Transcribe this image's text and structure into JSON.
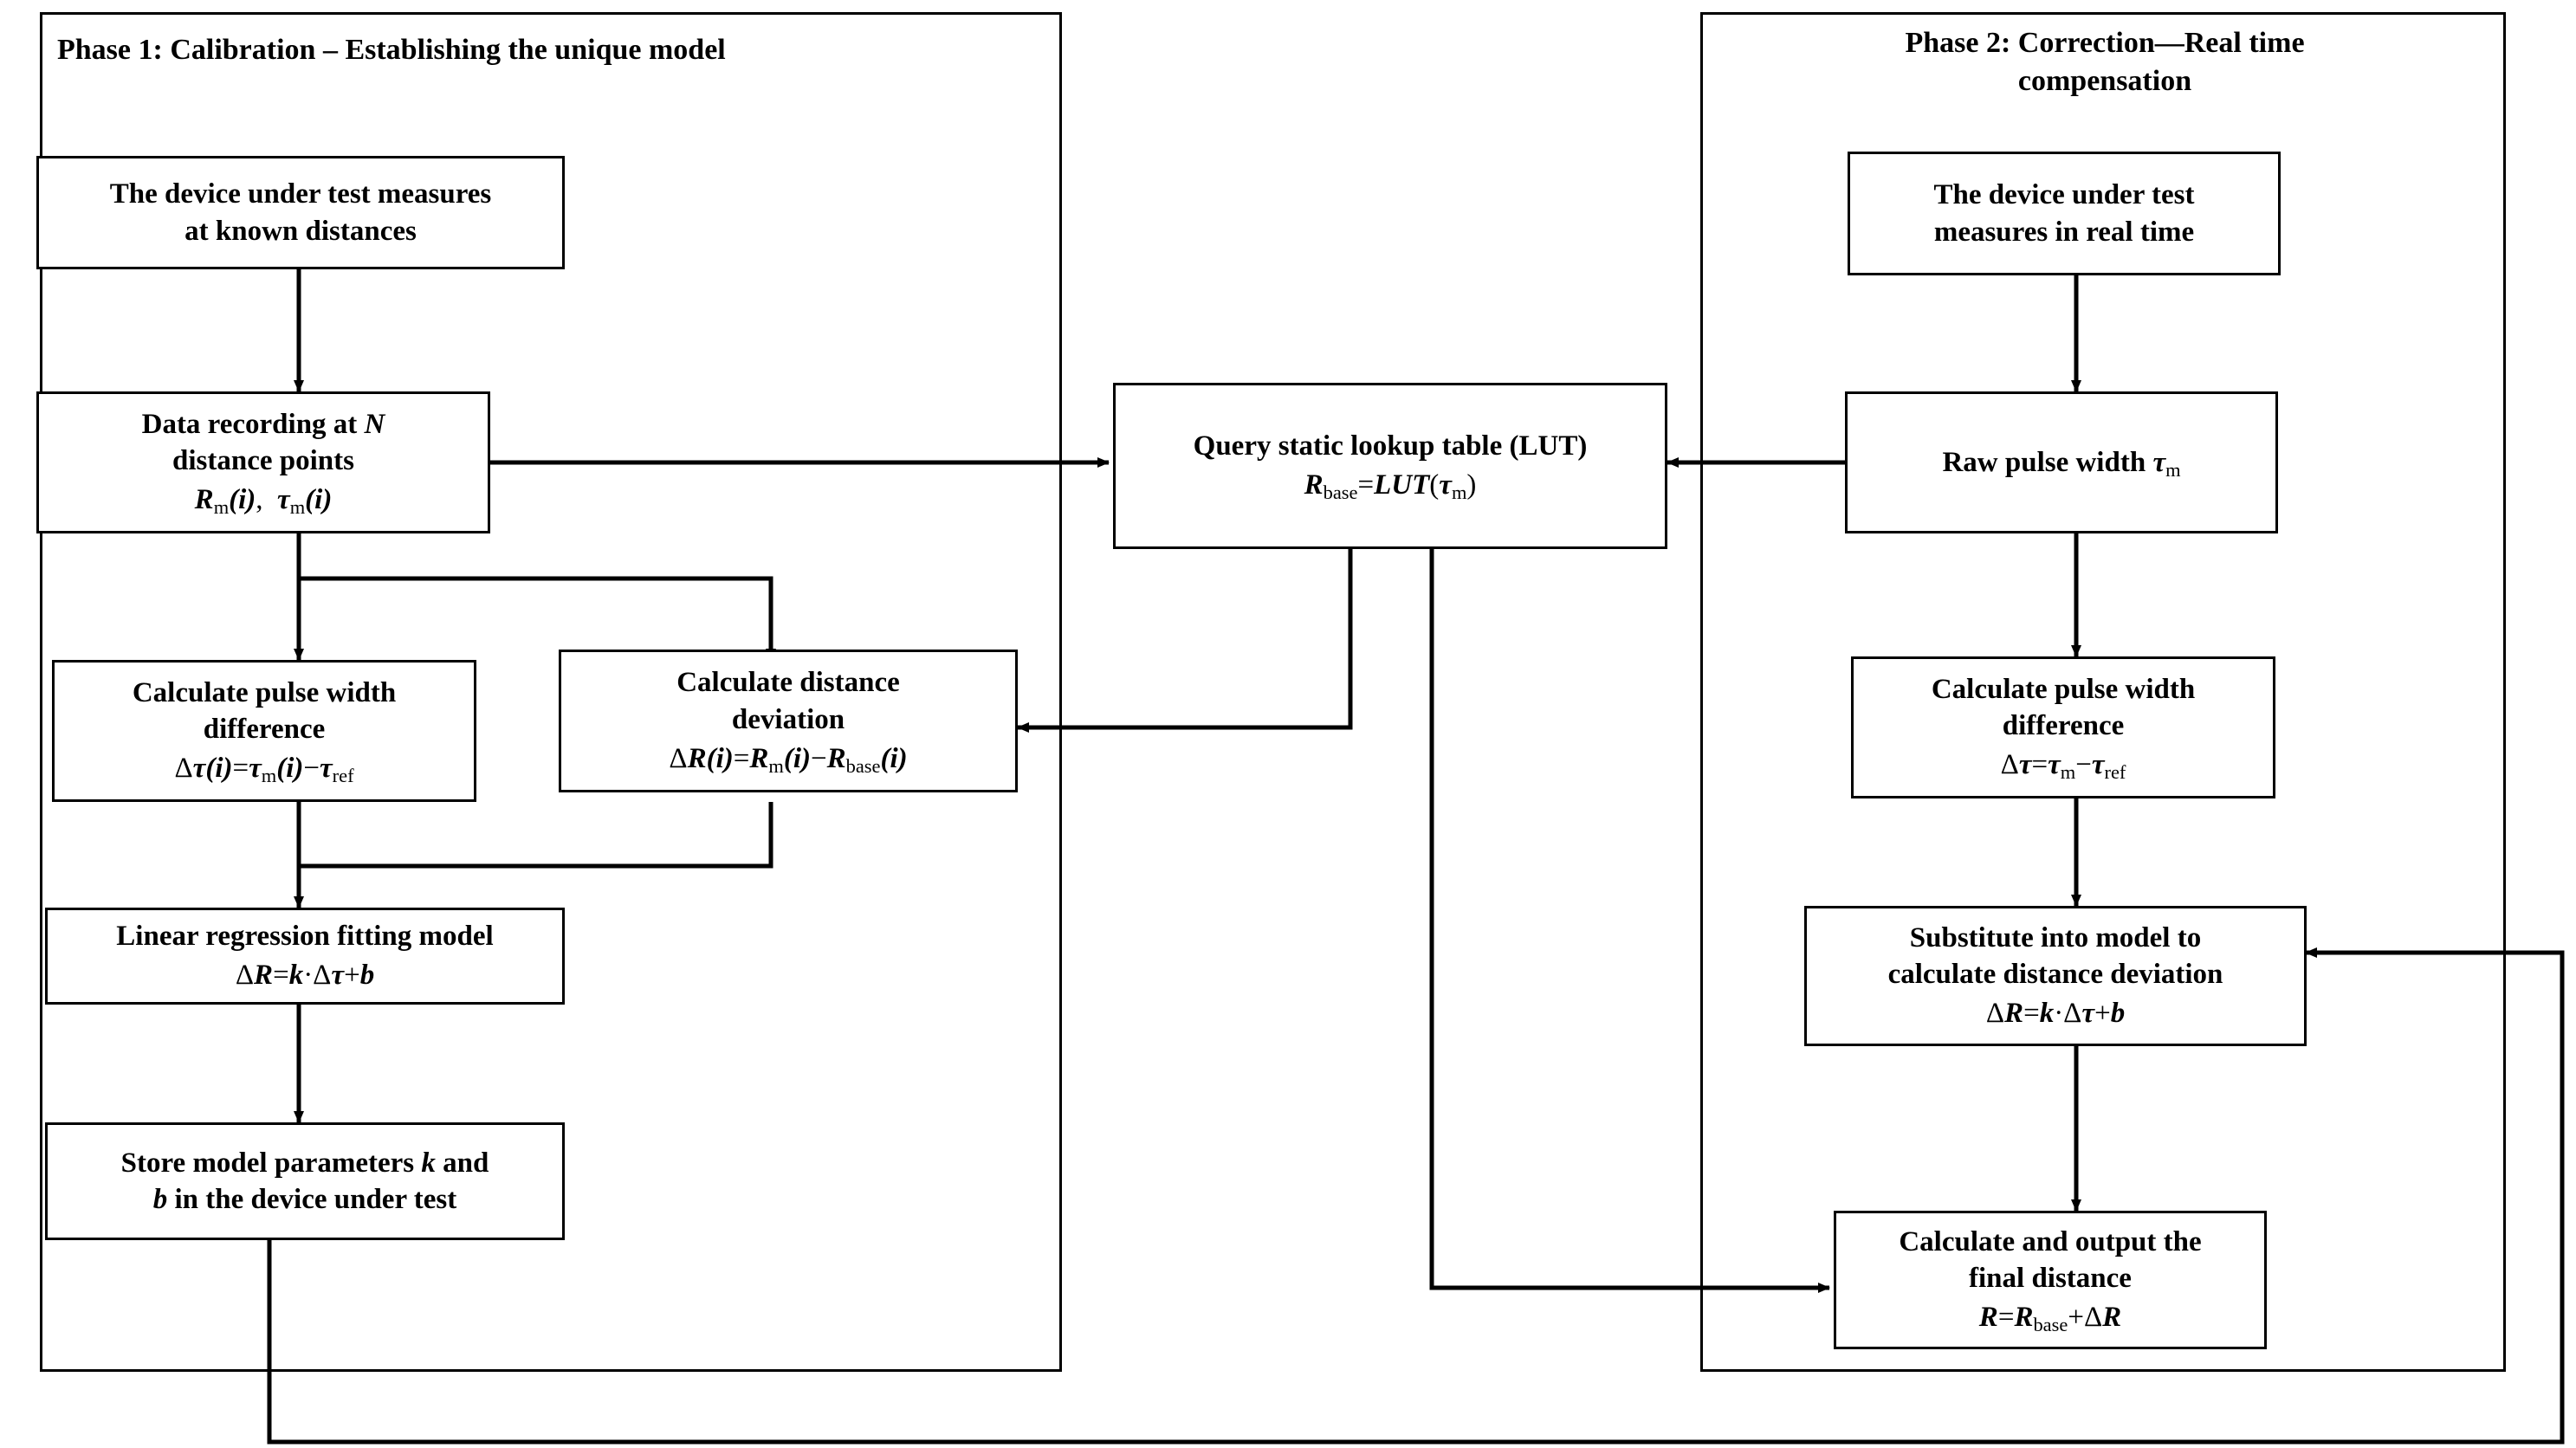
{
  "diagram": {
    "title_phase1": "Phase 1: Calibration – Establishing the unique model",
    "title_phase2": "Phase 2: Correction—Real time\ncompensation",
    "phases": [
      {
        "id": "phase1",
        "label": "Phase 1: Calibration – Establishing the unique model"
      },
      {
        "id": "phase2",
        "label": "Phase 2: Correction—Real time compensation"
      }
    ],
    "nodes": [
      {
        "id": "p1-measure",
        "text": "The device under test measures\nat known distances",
        "formula": ""
      },
      {
        "id": "p1-record",
        "text": "Data recording at N\ndistance points",
        "formula": "Rm(i),  τm(i)"
      },
      {
        "id": "p1-pulse-diff",
        "text": "Calculate pulse width\ndifference",
        "formula": "Δτ(i)=τm(i)−τref"
      },
      {
        "id": "p1-dist-dev",
        "text": "Calculate distance\ndeviation",
        "formula": "ΔR(i)=Rm(i)−Rbase(i)"
      },
      {
        "id": "p1-regression",
        "text": "Linear regression fitting model",
        "formula": "ΔR=k·Δτ+b"
      },
      {
        "id": "p1-store",
        "text": "Store model parameters k and\nb in the device under test",
        "formula": ""
      },
      {
        "id": "lut",
        "text": "Query static lookup table (LUT)",
        "formula": "Rbase=LUT(τm)"
      },
      {
        "id": "p2-measure",
        "text": "The device under test\nmeasures in real time",
        "formula": ""
      },
      {
        "id": "p2-raw",
        "text": "Raw pulse width τm",
        "formula": ""
      },
      {
        "id": "p2-pulse-diff",
        "text": "Calculate pulse width\ndifference",
        "formula": "Δτ=τm−τref"
      },
      {
        "id": "p2-substitute",
        "text": "Substitute into model to\ncalculate distance deviation",
        "formula": "ΔR=k·Δτ+b"
      },
      {
        "id": "p2-final",
        "text": "Calculate and output the\nfinal distance",
        "formula": "R=Rbase+ΔR"
      }
    ],
    "edges": [
      {
        "from": "p1-measure",
        "to": "p1-record",
        "style": "arrow-down"
      },
      {
        "from": "p1-record",
        "to": "p1-pulse-diff",
        "style": "arrow-down"
      },
      {
        "from": "p1-record",
        "to": "p1-dist-dev",
        "style": "branch-right-down"
      },
      {
        "from": "p1-record",
        "to": "lut",
        "style": "arrow-right"
      },
      {
        "from": "p1-pulse-diff",
        "to": "p1-regression",
        "style": "arrow-down"
      },
      {
        "from": "p1-dist-dev",
        "to": "p1-regression",
        "style": "merge-left-down"
      },
      {
        "from": "p1-regression",
        "to": "p1-store",
        "style": "arrow-down"
      },
      {
        "from": "p1-store",
        "to": "p2-substitute",
        "style": "feedback-bottom-loop"
      },
      {
        "from": "lut",
        "to": "p1-dist-dev",
        "style": "arrow-left"
      },
      {
        "from": "lut",
        "to": "p2-final",
        "style": "down-then-right"
      },
      {
        "from": "p2-raw",
        "to": "lut",
        "style": "arrow-left"
      },
      {
        "from": "p2-measure",
        "to": "p2-raw",
        "style": "arrow-down"
      },
      {
        "from": "p2-raw",
        "to": "p2-pulse-diff",
        "style": "arrow-down"
      },
      {
        "from": "p2-pulse-diff",
        "to": "p2-substitute",
        "style": "arrow-down"
      },
      {
        "from": "p2-substitute",
        "to": "p2-final",
        "style": "arrow-down"
      }
    ],
    "colors": {
      "stroke": "#000000",
      "background": "#ffffff",
      "text": "#000000"
    }
  }
}
